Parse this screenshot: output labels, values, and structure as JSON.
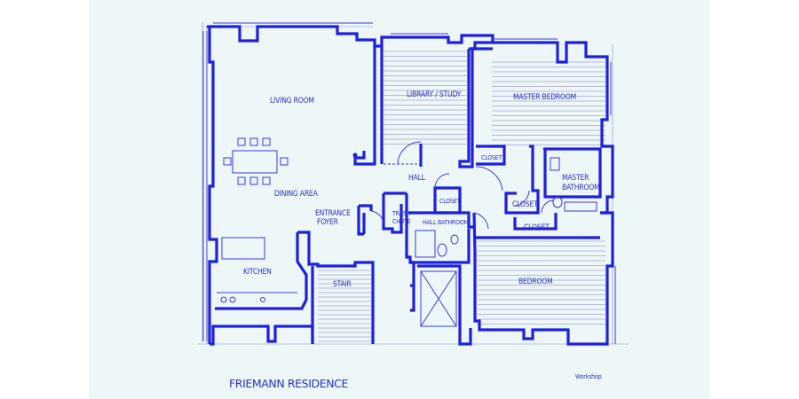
{
  "rooms": {
    "living_room": "LIVING ROOM",
    "library": "LIBRARY / STUDY",
    "master_bedroom": "MASTER BEDROOM",
    "hall": "HALL",
    "closet_1": "CLOSET",
    "closet_2": "CLOSET",
    "closet_3": "CLOSET",
    "closet_4": "CLOSET",
    "master_bathroom_1": "MASTER",
    "master_bathroom_2": "BATHROOM",
    "dining_area": "DINING AREA",
    "entrance_1": "ENTRANCE",
    "entrance_2": "FOYER",
    "trash_1": "TRASH",
    "trash_2": "CHUTE",
    "hall_bathroom": "HALL BATHROOM",
    "kitchen": "KITCHEN",
    "stair": "STAIR",
    "bedroom": "BEDROOM"
  },
  "title": "FRIEMANN RESIDENCE",
  "credit": "Workshop"
}
